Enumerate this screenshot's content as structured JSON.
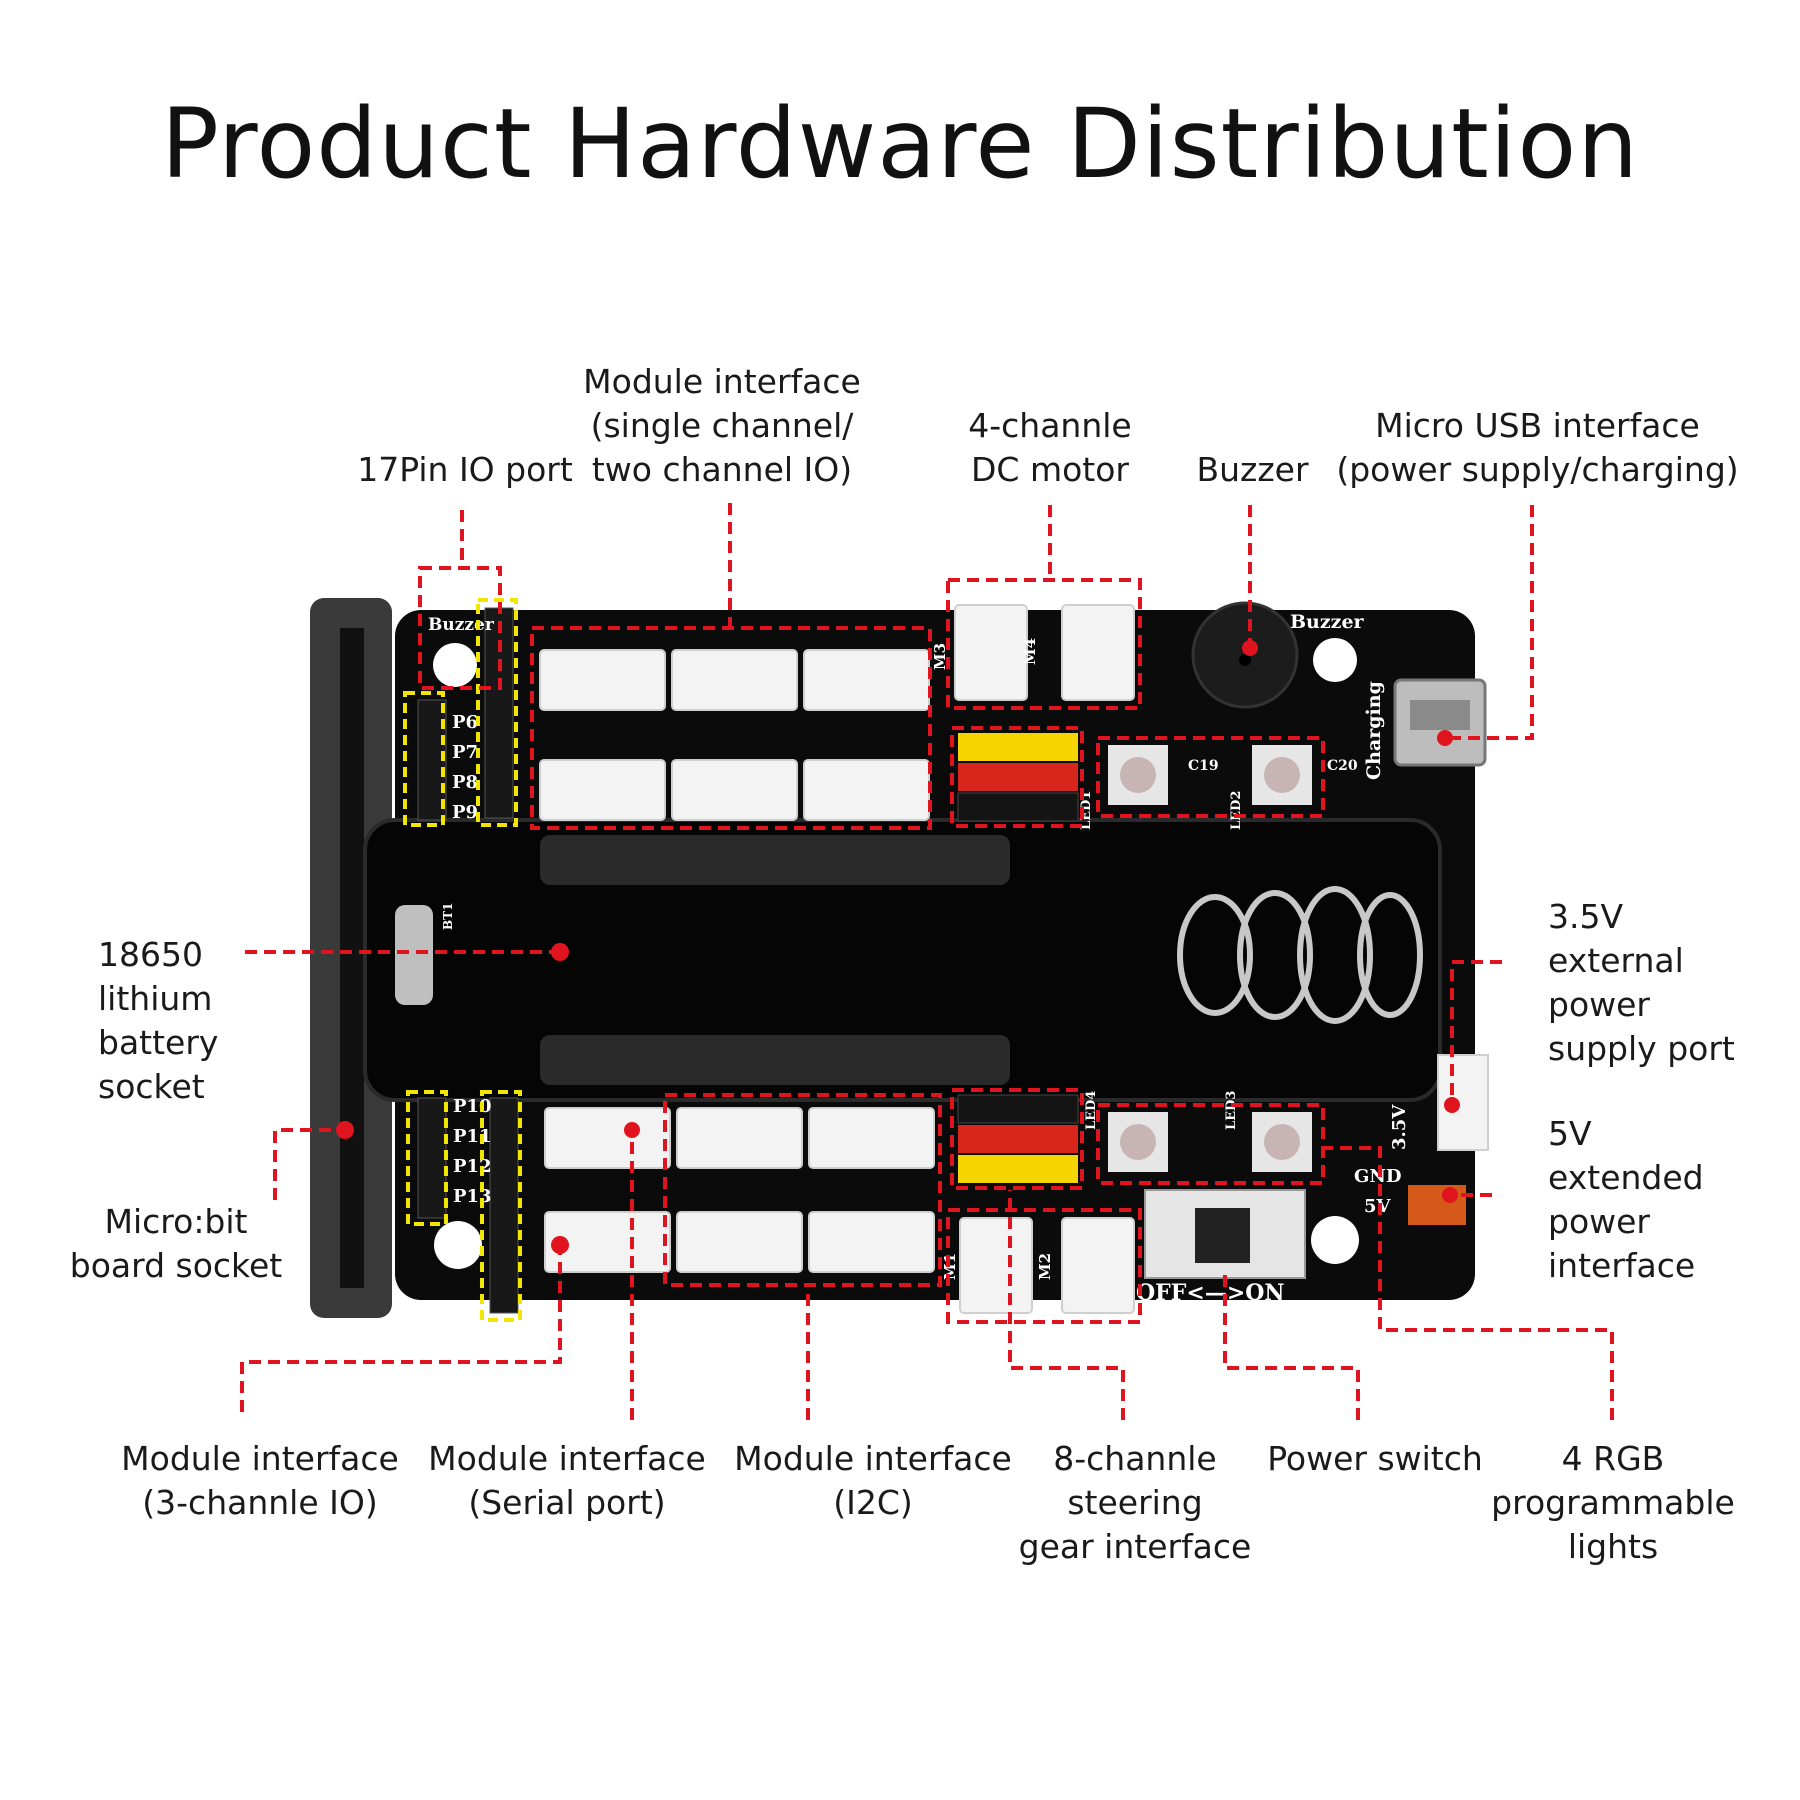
{
  "title": "Product Hardware Distribution",
  "callouts": {
    "io17": [
      "17Pin IO port"
    ],
    "module_single": [
      "Module interface",
      "(single channel/",
      "two channel IO)"
    ],
    "dc_motor": [
      "4-channle",
      "DC motor"
    ],
    "buzzer": [
      "Buzzer"
    ],
    "usb": [
      "Micro USB interface",
      "(power supply/charging)"
    ],
    "battery": [
      "18650",
      "lithium",
      "battery",
      "socket"
    ],
    "microbit": [
      "Micro:bit",
      "board socket"
    ],
    "ext35": [
      "3.5V",
      "external",
      "power",
      "supply port"
    ],
    "ext5": [
      "5V",
      "extended",
      "power",
      "interface"
    ],
    "module_3ch": [
      "Module interface",
      "(3-channle IO)"
    ],
    "module_serial": [
      "Module interface",
      "(Serial port)"
    ],
    "module_i2c": [
      "Module interface",
      "(I2C)"
    ],
    "servo": [
      "8-channle",
      "steering",
      "gear interface"
    ],
    "power_switch": [
      "Power switch"
    ],
    "rgb": [
      "4 RGB",
      "programmable",
      "lights"
    ]
  },
  "board_silk": {
    "buzzer": "Buzzer",
    "p6": "P6",
    "p7": "P7",
    "p8": "P8",
    "p9": "P9",
    "p10": "P10",
    "p11": "P11",
    "p12": "P12",
    "p13": "P13",
    "m1": "M1",
    "m2": "M2",
    "m3": "M3",
    "m4": "M4",
    "led1": "LED1",
    "led2": "LED2",
    "led3": "LED3",
    "led4": "LED4",
    "c19": "C19",
    "c20": "C20",
    "charging": "Charging",
    "v35": "3.5V",
    "gnd": "GND",
    "v5": "5V",
    "switch": "OFF<—>ON",
    "bt1": "BT1"
  },
  "colors": {
    "callout_line": "#e0141e",
    "highlight_yellow": "#f2e600",
    "board": "#0b0b0b",
    "connector": "#f3f3f3",
    "header_yellow": "#f4d500",
    "header_red": "#d8261c"
  }
}
